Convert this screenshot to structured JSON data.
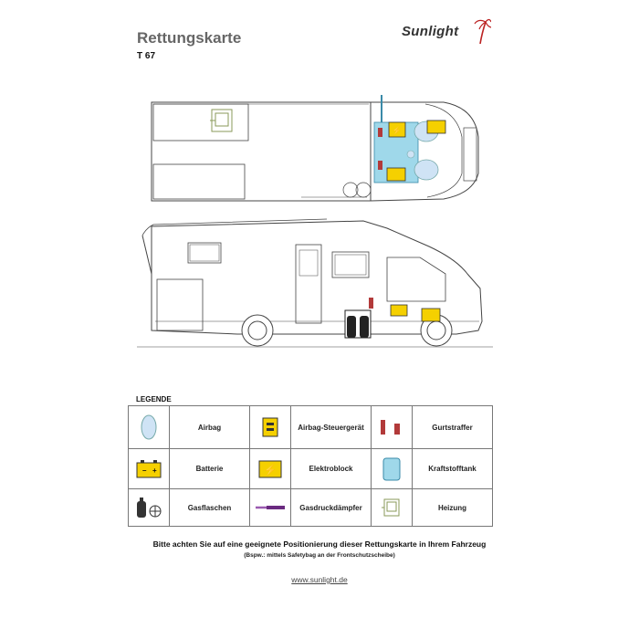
{
  "header": {
    "title": "Rettungskarte",
    "model": "T 67",
    "brand": "Sunlight"
  },
  "legend": {
    "heading": "LEGENDE",
    "rows": [
      [
        {
          "icon": "airbag-icon",
          "label": "Airbag"
        },
        {
          "icon": "airbag-control-unit-icon",
          "label": "Airbag-Steuergerät"
        },
        {
          "icon": "belt-tensioner-icon",
          "label": "Gurtstraffer"
        }
      ],
      [
        {
          "icon": "battery-icon",
          "label": "Batterie"
        },
        {
          "icon": "electro-block-icon",
          "label": "Elektroblock"
        },
        {
          "icon": "fuel-tank-icon",
          "label": "Kraftstofftank"
        }
      ],
      [
        {
          "icon": "gas-bottle-icon",
          "label": "Gasflaschen"
        },
        {
          "icon": "gas-spring-icon",
          "label": "Gasdruckdämpfer"
        },
        {
          "icon": "heater-icon",
          "label": "Heizung"
        }
      ]
    ]
  },
  "footer": {
    "note": "Bitte achten Sie auf eine geeignete Positionierung dieser Rettungskarte in Ihrem Fahrzeug",
    "subnote": "(Bspw.: mittels Safetybag an der Frontschutzscheibe)",
    "url": "www.sunlight.de"
  },
  "colors": {
    "airbag": "#cfe3f5",
    "battery": "#f5d000",
    "fuel_tank": "#9fd8ea",
    "belt_tensioner": "#b23a3a",
    "heater": "#8a9a5a",
    "gas_spring": "#9a5ab0",
    "line": "#333333"
  }
}
